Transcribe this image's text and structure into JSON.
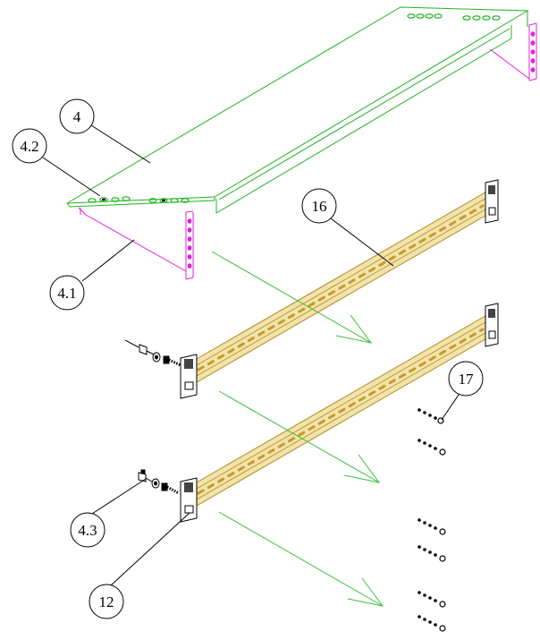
{
  "callouts": {
    "c4": "4",
    "c4_2": "4.2",
    "c4_1": "4.1",
    "c16": "16",
    "c17": "17",
    "c4_3": "4.3",
    "c12": "12"
  },
  "colors": {
    "shelf_outline": "#22b222",
    "bracket_outline": "#e020e0",
    "bracket_holes": "#e020e0",
    "rail_fill": "#f2e3a8",
    "rail_outline": "#b08a2a",
    "rail_slots": "#c79a2e",
    "assembly_arrows": "#3cc03c",
    "leader_lines": "#000000",
    "hardware": "#000000"
  },
  "icons": {
    "shelf": "shelf-panel-icon",
    "bracket": "shelf-bracket-icon",
    "rail": "din-rail-icon",
    "screw": "screw-icon",
    "washer": "washer-icon",
    "nut": "nut-icon"
  }
}
